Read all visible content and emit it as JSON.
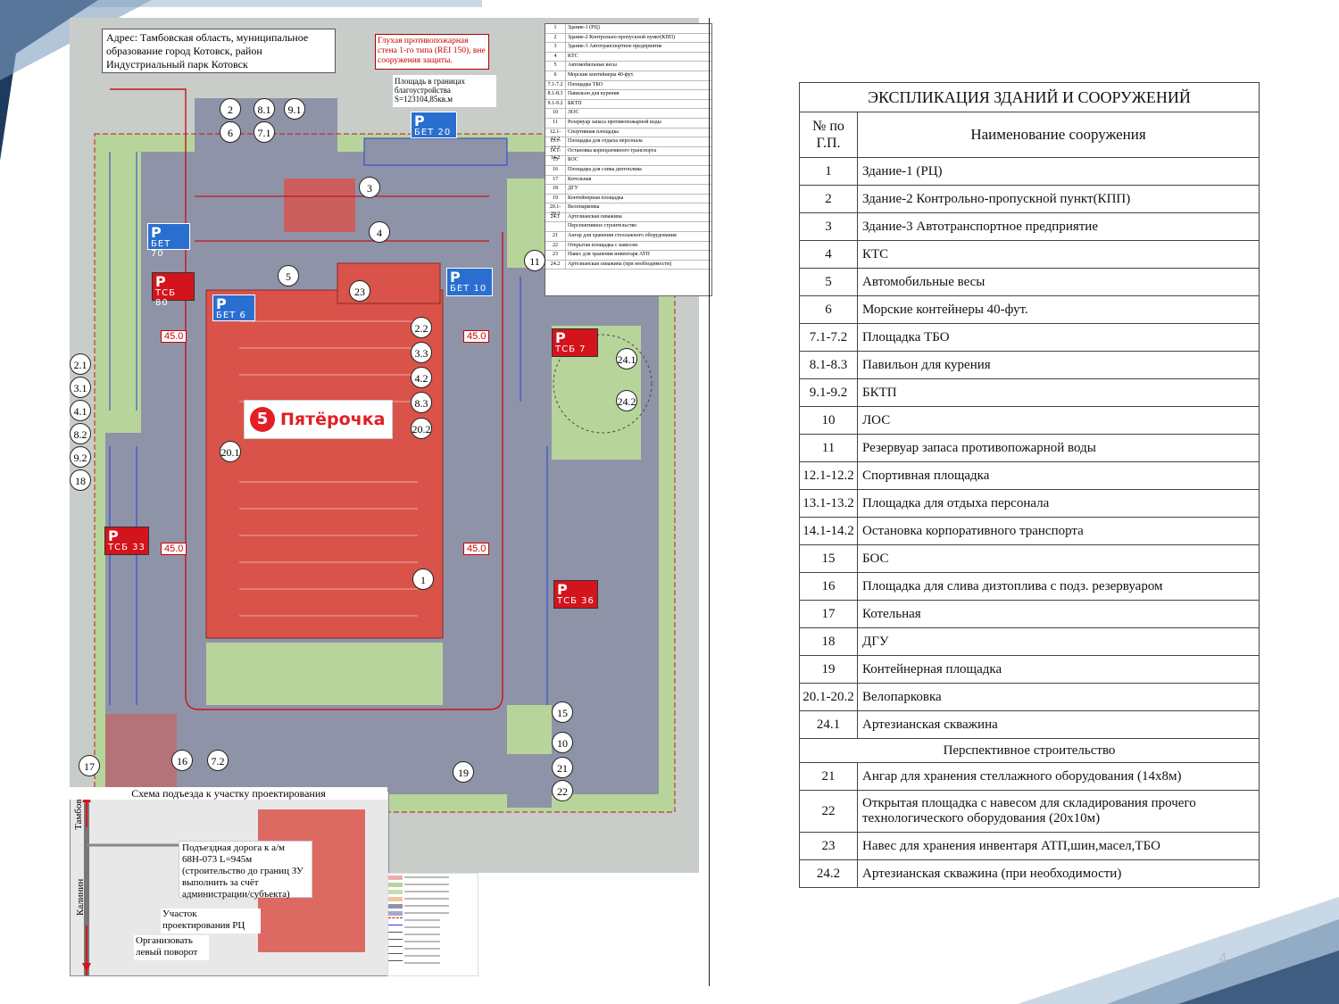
{
  "page_number": "4",
  "site_plan": {
    "address": "Адрес: Тамбовская область, муниципальное образование город Котовск, район Индустриальный парк Котовск",
    "firewall_note": "Глухая противопожарная стена 1-го типа (REI 150), вне сооружения защиты.",
    "area_note": "Площадь в границах благоустройства S=123104,85кв.м",
    "brand": "Пятёрочка",
    "brand_logo": "5",
    "parking_signs": {
      "bet20": {
        "p": "P",
        "code": "БЕТ 20"
      },
      "bet70": {
        "p": "P",
        "code": "БЕТ 70"
      },
      "tcs80": {
        "p": "P",
        "code": "ТСБ 80"
      },
      "bet10": {
        "p": "P",
        "code": "БЕТ 10"
      },
      "bet6": {
        "p": "P",
        "code": "БЕТ 6"
      },
      "tcs7": {
        "p": "P",
        "code": "ТСБ 7"
      },
      "tcs33": {
        "p": "P",
        "code": "ТСБ 33"
      },
      "tcs36": {
        "p": "P",
        "code": "ТСБ 36"
      }
    },
    "elevation_marks": {
      "m1": "45.0",
      "m2": "45.0",
      "m3": "45.0",
      "m4": "45.0"
    },
    "numbers": {
      "n2": "2",
      "n81": "8.1",
      "n91": "9.1",
      "n6": "6",
      "n71": "7.1",
      "n3": "3",
      "n4": "4",
      "n5": "5",
      "n23": "23",
      "n11": "11",
      "n22": "2.2",
      "n33": "3.3",
      "n42": "4.2",
      "n83": "8.3",
      "n202": "20.2",
      "n241": "24.1",
      "n242": "24.2",
      "n201": "20.1",
      "n1": "1",
      "l21": "2.1",
      "l31": "3.1",
      "l41": "4.1",
      "l82": "8.2",
      "l92": "9.2",
      "l18": "18",
      "n15": "15",
      "n10": "10",
      "n21": "21",
      "n22b": "22",
      "n19": "19",
      "n17": "17",
      "n16": "16",
      "n72": "7.2"
    },
    "mini_table": [
      {
        "no": "1",
        "name": "Здание-1 (РЦ)"
      },
      {
        "no": "2",
        "name": "Здание-2 Контрольно-пропускной пункт(КПП)"
      },
      {
        "no": "3",
        "name": "Здание-3 Автотранспортное предприятие"
      },
      {
        "no": "4",
        "name": "КТС"
      },
      {
        "no": "5",
        "name": "Автомобильные весы"
      },
      {
        "no": "6",
        "name": "Морские контейнеры 40-фут."
      },
      {
        "no": "7.1-7.2",
        "name": "Площадка ТБО"
      },
      {
        "no": "8.1-8.3",
        "name": "Павильон для курения"
      },
      {
        "no": "9.1-9.2",
        "name": "БКТП"
      },
      {
        "no": "10",
        "name": "ЛОС"
      },
      {
        "no": "11",
        "name": "Резервуар запаса противопожарной воды"
      },
      {
        "no": "12.1-12.2",
        "name": "Спортивная площадка"
      },
      {
        "no": "13.1-13.2",
        "name": "Площадка для отдыха персонала"
      },
      {
        "no": "14.1-14.2",
        "name": "Остановка корпоративного транспорта"
      },
      {
        "no": "15",
        "name": "БОС"
      },
      {
        "no": "16",
        "name": "Площадка для слива дизтоплива"
      },
      {
        "no": "17",
        "name": "Котельная"
      },
      {
        "no": "18",
        "name": "ДГУ"
      },
      {
        "no": "19",
        "name": "Контейнерная площадка"
      },
      {
        "no": "20.1-20.2",
        "name": "Велопарковка"
      },
      {
        "no": "24.1",
        "name": "Артезианская скважина"
      },
      {
        "no": "",
        "name": "Перспективное строительство"
      },
      {
        "no": "21",
        "name": "Ангар для хранения стеллажного оборудования"
      },
      {
        "no": "22",
        "name": "Открытая площадка с навесом"
      },
      {
        "no": "23",
        "name": "Навес для хранения инвентаря АТП"
      },
      {
        "no": "24.2",
        "name": "Артезианская скважина (при необходимости)"
      }
    ]
  },
  "access_scheme": {
    "title": "Схема подъезда к участку проектирования",
    "road_note": "Подъездная дорога к а/м 68Н-073 L=945м (строительство до границ ЗУ выполнить за счёт администрации/субъекта)",
    "plot_note": "Участок проектирования РЦ",
    "turn_note": "Организовать левый поворот",
    "to_tambov": "Тамбов",
    "to_kalinin": "Калинин"
  },
  "explication": {
    "title": "ЭКСПЛИКАЦИЯ ЗДАНИЙ И СООРУЖЕНИЙ",
    "col_no": "№ по Г.П.",
    "col_name": "Наименование сооружения",
    "rows": [
      {
        "no": "1",
        "name": "Здание-1 (РЦ)"
      },
      {
        "no": "2",
        "name": "Здание-2 Контрольно-пропускной пункт(КПП)"
      },
      {
        "no": "3",
        "name": "Здание-3 Автотранспортное предприятие"
      },
      {
        "no": "4",
        "name": "КТС"
      },
      {
        "no": "5",
        "name": "Автомобильные весы"
      },
      {
        "no": "6",
        "name": "Морские контейнеры 40-фут."
      },
      {
        "no": "7.1-7.2",
        "name": "Площадка ТБО"
      },
      {
        "no": "8.1-8.3",
        "name": "Павильон для курения"
      },
      {
        "no": "9.1-9.2",
        "name": "БКТП"
      },
      {
        "no": "10",
        "name": "ЛОС"
      },
      {
        "no": "11",
        "name": "Резервуар запаса противопожарной воды"
      },
      {
        "no": "12.1-12.2",
        "name": "Спортивная площадка"
      },
      {
        "no": "13.1-13.2",
        "name": "Площадка для отдыха персонала"
      },
      {
        "no": "14.1-14.2",
        "name": "Остановка корпоративного транспорта"
      },
      {
        "no": "15",
        "name": "БОС"
      },
      {
        "no": "16",
        "name": "Площадка для слива дизтоплива с подз. резервуаром"
      },
      {
        "no": "17",
        "name": "Котельная"
      },
      {
        "no": "18",
        "name": "ДГУ"
      },
      {
        "no": "19",
        "name": "Контейнерная площадка"
      },
      {
        "no": "20.1-20.2",
        "name": "Велопарковка"
      },
      {
        "no": "24.1",
        "name": "Артезианская скважина"
      }
    ],
    "perspective_title": "Перспективное строительство",
    "perspective_rows": [
      {
        "no": "21",
        "name": "Ангар для хранения стеллажного оборудования (14х8м)"
      },
      {
        "no": "22",
        "name": "Открытая площадка с навесом для складирования прочего технологического оборудования (20х10м)"
      },
      {
        "no": "23",
        "name": "Навес для хранения инвентаря АТП,шин,масел,ТБО"
      },
      {
        "no": "24.2",
        "name": "Артезианская скважина (при необходимости)"
      }
    ]
  },
  "colors": {
    "building_red": "#d9534a",
    "road_gray": "#8f93a8",
    "grass_green": "#b7d59a",
    "parking_blue": "#2a6fd0",
    "sign_red": "#d4141c",
    "corner_navy": "#1f3a5f",
    "corner_light": "#c9d8e6"
  }
}
